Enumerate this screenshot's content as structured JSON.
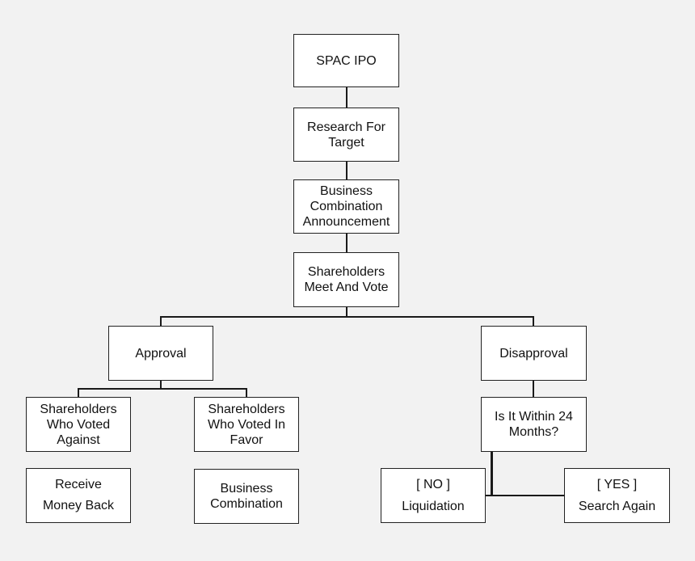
{
  "diagram": {
    "nodes": {
      "spac_ipo": "SPAC IPO",
      "research": "Research For\nTarget",
      "announcement": "Business\nCombination\nAnnouncement",
      "vote": "Shareholders\nMeet And Vote",
      "approval": "Approval",
      "disapproval": "Disapproval",
      "voted_against": "Shareholders\nWho Voted\nAgainst",
      "voted_in_favor": "Shareholders\nWho Voted In\nFavor",
      "within_24_months": "Is It Within 24\nMonths?",
      "receive_money_back": "Receive\nMoney Back",
      "business_combination": "Business\nCombination",
      "no_tag": "[ NO ]",
      "liquidation": "Liquidation",
      "yes_tag": "[ YES ]",
      "search_again": "Search Again"
    }
  }
}
